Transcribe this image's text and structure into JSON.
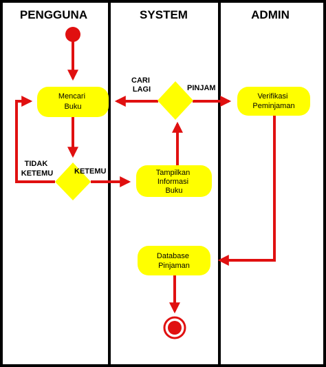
{
  "lanes": {
    "pengguna": "PENGGUNA",
    "system": "SYSTEM",
    "admin": "ADMIN"
  },
  "nodes": {
    "mencari_buku": [
      "Mencari",
      "Buku"
    ],
    "tampilkan_informasi_buku": [
      "Tampilkan",
      "Informasi",
      "Buku"
    ],
    "verifikasi_peminjaman": [
      "Verifikasi",
      "Peminjaman"
    ],
    "database_pinjaman": [
      "Database",
      "Pinjaman"
    ]
  },
  "labels": {
    "cari_lagi": [
      "CARI",
      "LAGI"
    ],
    "pinjam": "PINJAM",
    "tidak_ketemu": [
      "TIDAK",
      "KETEMU"
    ],
    "ketemu": "KETEMU"
  },
  "colors": {
    "flow": "#e01010",
    "node_fill": "#ffff00",
    "lane_border": "#000000"
  }
}
